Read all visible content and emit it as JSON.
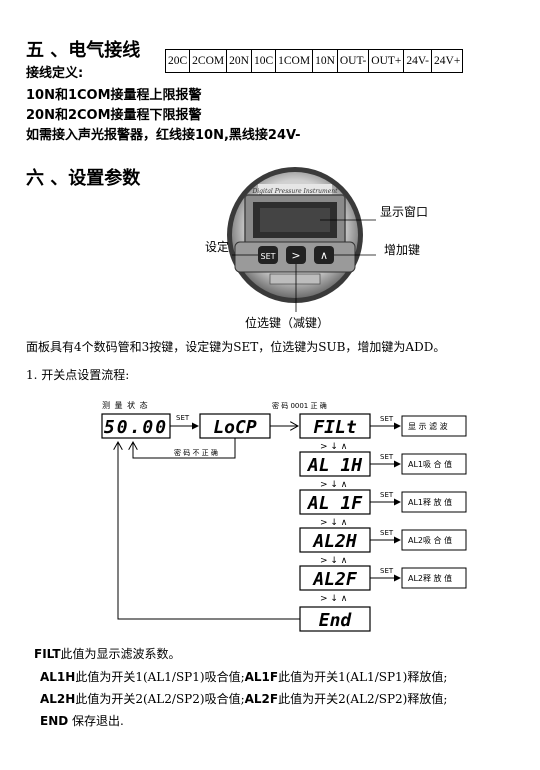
{
  "section5": {
    "heading": "五 、电气接线",
    "def_label": "接线定义:",
    "terminals": [
      "20C",
      "2COM",
      "20N",
      "10C",
      "1COM",
      "10N",
      "OUT-",
      "OUT+",
      "24V-",
      "24V+"
    ],
    "line1": "10N和1COM接量程上限报警",
    "line2": "20N和2COM接量程下限报警",
    "line3": "如需接入声光报警器，红线接10N,黑线接24V-"
  },
  "section6": {
    "heading": "六 、设置参数",
    "device": {
      "brand": "Digital Pressure Instrument",
      "label_display": "显示窗口",
      "label_set": "设定",
      "label_inc": "增加键",
      "label_shift": "位选键（减键）",
      "btn_set": "SET",
      "btn_shift": ">",
      "btn_inc": "∧"
    },
    "panel_desc": "面板具有4个数码管和3按键，设定键为SET，位选键为SUB，增加键为ADD。",
    "flow_title": "1. 开关点设置流程:"
  },
  "flow": {
    "label_measure": "测 量 状 态",
    "label_pwd_ok": "密 码 0001 正 确",
    "label_pwd_wrong": "密 码 不 正 确",
    "set": "SET",
    "arrows": "> ↓ ∧",
    "disp_main": "50.00",
    "disp_lock": "LoCP",
    "rows": [
      {
        "code": "FILt",
        "desc": "显 示 滤 波"
      },
      {
        "code": "AL 1H",
        "desc": "AL1吸 合 值"
      },
      {
        "code": "AL 1F",
        "desc": "AL1释 放 值"
      },
      {
        "code": "AL2H",
        "desc": "AL2吸 合 值"
      },
      {
        "code": "AL2F",
        "desc": "AL2释 放 值"
      }
    ],
    "end": "End"
  },
  "notes": {
    "filt_code": "FILT",
    "filt_text": "此值为显示滤波系数。",
    "al1h_code": "AL1H",
    "al1h_text": "此值为开关1(AL1/SP1)吸合值;",
    "al1f_code": "AL1F",
    "al1f_text": "此值为开关1(AL1/SP1)释放值;",
    "al2h_code": "AL2H",
    "al2h_text": "此值为开关2(AL2/SP2)吸合值;",
    "al2f_code": "AL2F",
    "al2f_text": "此值为开关2(AL2/SP2)释放值;",
    "end_code": "END",
    "end_text": "保存退出."
  }
}
